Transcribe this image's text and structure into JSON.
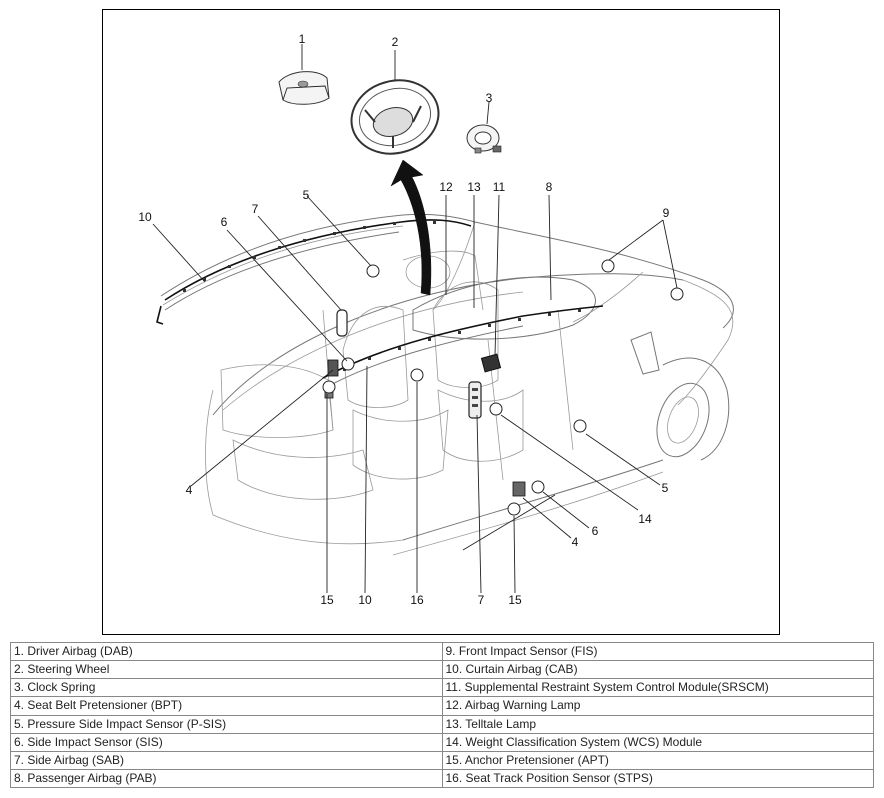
{
  "callouts": {
    "c1": "1",
    "c2": "2",
    "c3": "3",
    "c4a": "4",
    "c4b": "4",
    "c5a": "5",
    "c5b": "5",
    "c6a": "6",
    "c6b": "6",
    "c7a": "7",
    "c7b": "7",
    "c8": "8",
    "c9": "9",
    "c10a": "10",
    "c10b": "10",
    "c11": "11",
    "c12": "12",
    "c13": "13",
    "c14": "14",
    "c15a": "15",
    "c15b": "15",
    "c16": "16"
  },
  "legend": {
    "left": [
      "1. Driver Airbag (DAB)",
      "2. Steering Wheel",
      "3. Clock Spring",
      "4. Seat Belt Pretensioner (BPT)",
      "5. Pressure Side Impact Sensor (P-SIS)",
      "6. Side Impact Sensor (SIS)",
      "7. Side Airbag (SAB)",
      "8. Passenger Airbag (PAB)"
    ],
    "right": [
      "9. Front Impact Sensor (FIS)",
      "10. Curtain Airbag (CAB)",
      "11. Supplemental Restraint System Control Module(SRSCM)",
      "12. Airbag Warning Lamp",
      "13. Telltale Lamp",
      "14. Weight Classification System (WCS) Module",
      "15. Anchor Pretensioner (APT)",
      "16. Seat Track Position Sensor (STPS)"
    ]
  }
}
